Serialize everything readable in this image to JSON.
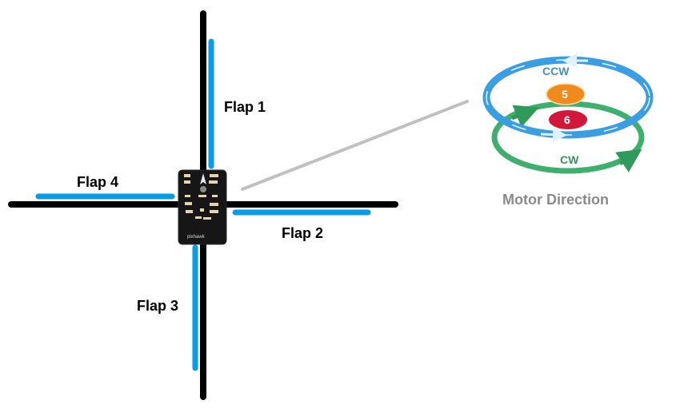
{
  "diagram": {
    "flaps": [
      {
        "id": 1,
        "label": "Flap 1",
        "arm": "top"
      },
      {
        "id": 2,
        "label": "Flap 2",
        "arm": "right"
      },
      {
        "id": 3,
        "label": "Flap 3",
        "arm": "bottom"
      },
      {
        "id": 4,
        "label": "Flap 4",
        "arm": "left"
      }
    ],
    "controller": {
      "name": "flight-controller",
      "silkscreen": "pixhawk"
    },
    "motor_direction": {
      "title": "Motor Direction",
      "ccw_label": "CCW",
      "cw_label": "CW",
      "motor_top": "5",
      "motor_bottom": "6"
    }
  },
  "colors": {
    "arm": "#000000",
    "flap": "#0a9be6",
    "leader_line": "#c0c0c0",
    "ccw_ring": "#3a9ee0",
    "cw_ring": "#3fae6e",
    "motor_5": "#f08a1c",
    "motor_6": "#d2183a",
    "title_text": "#8a8a8a"
  }
}
